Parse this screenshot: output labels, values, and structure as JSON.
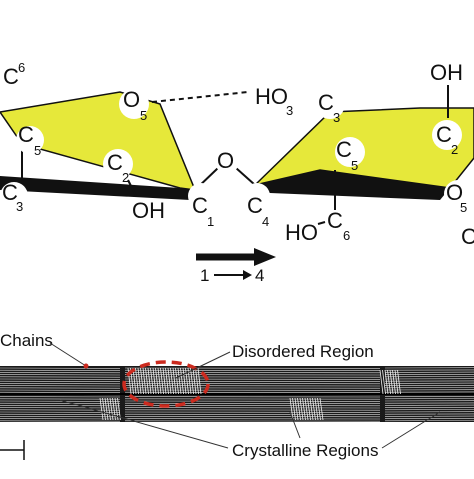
{
  "atoms": {
    "c6_left_top": "C",
    "c6_left_top_sub": "6",
    "c5_left": "C",
    "c5_left_sub": "5",
    "o5_left": "O",
    "o5_left_sub": "5",
    "c3_left": "C",
    "c3_left_sub": "3",
    "c2_left": "C",
    "c2_left_sub": "2",
    "oh_left": "OH",
    "c1": "C",
    "c1_sub": "1",
    "bridge_o": "O",
    "c4": "C",
    "c4_sub": "4",
    "ho3_ho": "HO",
    "ho3_sub": "3",
    "c3_right": "C",
    "c3_right_sub": "3",
    "oh_right_top": "OH",
    "c2_right": "C",
    "c2_right_sub": "2",
    "c5_right": "C",
    "c5_right_sub": "5",
    "o5_right": "O",
    "o5_right_sub": "5",
    "ho_c6": "HO",
    "c6_right": "C",
    "c6_right_sub": "6",
    "edge_c": "C"
  },
  "linkage": {
    "from": "1",
    "to": "4"
  },
  "fiber_labels": {
    "chains": "Chains",
    "disordered": "Disordered Region",
    "crystalline": "Crystalline Regions"
  },
  "colors": {
    "ring_fill": "#e6e83a",
    "ring_edge": "#111111",
    "annotation": "#cc2b1f",
    "fiber": "#222222"
  }
}
